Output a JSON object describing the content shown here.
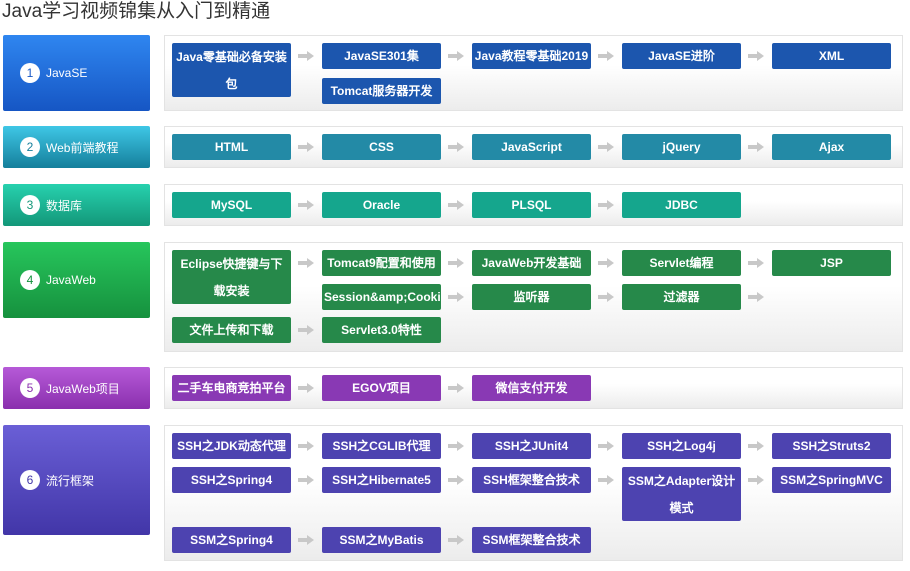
{
  "page": {
    "title": "Java学习视频锦集从入门到精通"
  },
  "sections": [
    {
      "number": "1",
      "name": "JavaSE",
      "label_gradient": [
        "#2f86f0",
        "#1656c4"
      ],
      "item_color": "#1c56ae",
      "items": [
        {
          "label": "Java零基础必备安装包"
        },
        {
          "label": "JavaSE301集"
        },
        {
          "label": "Java教程零基础2019"
        },
        {
          "label": "JavaSE进阶"
        },
        {
          "label": "XML"
        },
        {
          "label": "Tomcat服务器开发"
        }
      ]
    },
    {
      "number": "2",
      "name": "Web前端教程",
      "label_gradient": [
        "#3fc7e6",
        "#157f9b"
      ],
      "item_color": "#238aa6",
      "items": [
        {
          "label": "HTML"
        },
        {
          "label": "CSS"
        },
        {
          "label": "JavaScript"
        },
        {
          "label": "jQuery"
        },
        {
          "label": "Ajax"
        }
      ]
    },
    {
      "number": "3",
      "name": "数据库",
      "label_gradient": [
        "#27d1ae",
        "#139779"
      ],
      "item_color": "#15a68d",
      "items": [
        {
          "label": "MySQL"
        },
        {
          "label": "Oracle"
        },
        {
          "label": "PLSQL"
        },
        {
          "label": "JDBC"
        }
      ]
    },
    {
      "number": "4",
      "name": "JavaWeb",
      "label_gradient": [
        "#27c65c",
        "#16913e"
      ],
      "item_color": "#26894a",
      "items": [
        {
          "label": "Eclipse快捷键与下载安装"
        },
        {
          "label": "Tomcat9配置和使用"
        },
        {
          "label": "JavaWeb开发基础"
        },
        {
          "label": "Servlet编程"
        },
        {
          "label": "JSP"
        },
        {
          "label": "Session&amp;Cookie"
        },
        {
          "label": "监听器"
        },
        {
          "label": "过滤器"
        },
        {
          "label": "文件上传和下载"
        },
        {
          "label": "Servlet3.0特性"
        }
      ]
    },
    {
      "number": "5",
      "name": "JavaWeb项目",
      "label_gradient": [
        "#b65ad8",
        "#8a2fae"
      ],
      "item_color": "#8939b4",
      "items": [
        {
          "label": "二手车电商竞拍平台"
        },
        {
          "label": "EGOV项目"
        },
        {
          "label": "微信支付开发"
        }
      ]
    },
    {
      "number": "6",
      "name": "流行框架",
      "label_gradient": [
        "#6a5fd6",
        "#4236a8"
      ],
      "item_color": "#4d43b0",
      "items": [
        {
          "label": "SSH之JDK动态代理"
        },
        {
          "label": "SSH之CGLIB代理"
        },
        {
          "label": "SSH之JUnit4"
        },
        {
          "label": "SSH之Log4j"
        },
        {
          "label": "SSH之Struts2"
        },
        {
          "label": "SSH之Spring4"
        },
        {
          "label": "SSH之Hibernate5"
        },
        {
          "label": "SSH框架整合技术"
        },
        {
          "label": "SSM之Adapter设计模式"
        },
        {
          "label": "SSM之SpringMVC"
        },
        {
          "label": "SSM之Spring4"
        },
        {
          "label": "SSM之MyBatis"
        },
        {
          "label": "SSM框架整合技术"
        }
      ]
    }
  ]
}
